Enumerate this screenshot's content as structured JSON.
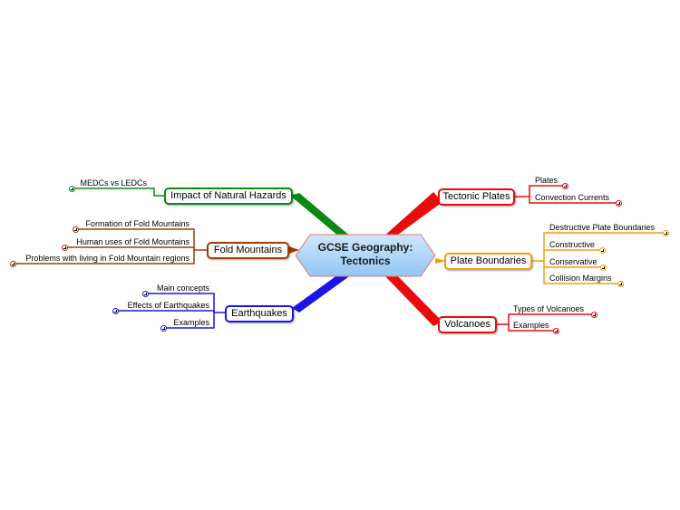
{
  "central": {
    "title": "GCSE Geography: Tectonics"
  },
  "colors": {
    "green": "#0a8a12",
    "brown": "#a03c08",
    "blue": "#1a16e6",
    "red": "#e80c0c",
    "orange": "#f49d06",
    "central_fill": "#a8d4f8",
    "central_border": "#e07878"
  },
  "branches": {
    "impact": {
      "label": "Impact of Natural Hazards",
      "color": "green",
      "subtopics": [
        "MEDCs vs LEDCs"
      ]
    },
    "fold": {
      "label": "Fold Mountains",
      "color": "brown",
      "subtopics": [
        "Formation of Fold Mountains",
        "Human uses of Fold Mountains",
        "Problems with living in Fold Mountain regions"
      ]
    },
    "earthquakes": {
      "label": "Earthquakes",
      "color": "blue",
      "subtopics": [
        "Main concepts",
        "Effects of Earthquakes",
        "Examples"
      ]
    },
    "tectonic": {
      "label": "Tectonic Plates",
      "color": "red",
      "subtopics": [
        "Plates",
        "Convection Currents"
      ]
    },
    "boundaries": {
      "label": "Plate Boundaries",
      "color": "orange",
      "subtopics": [
        "Destructive Plate Boundaries",
        "Constructive",
        "Conservative",
        "Collision Margins"
      ]
    },
    "volcanoes": {
      "label": "Volcanoes",
      "color": "red",
      "subtopics": [
        "Types of Volcanoes",
        "Examples"
      ]
    }
  }
}
